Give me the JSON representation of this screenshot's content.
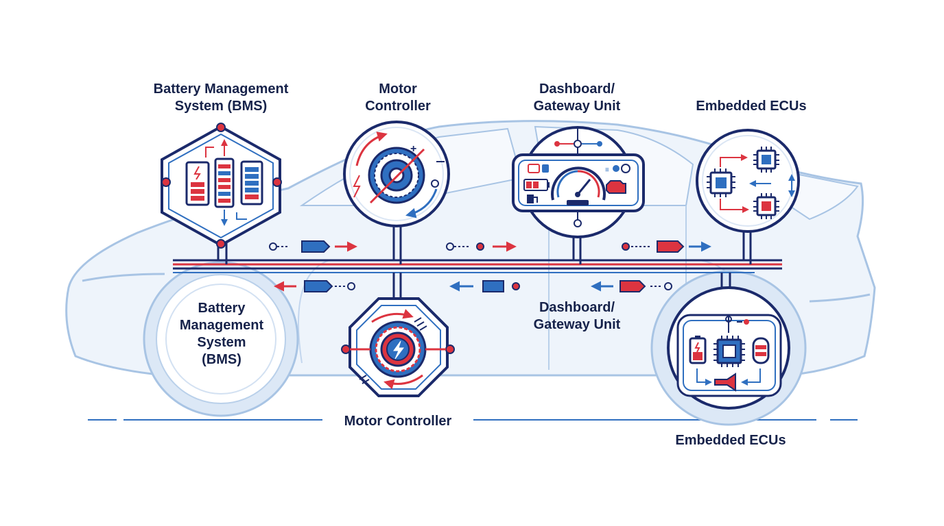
{
  "labels": {
    "bms_top": "Battery Management\nSystem (BMS)",
    "motor_top": "Motor\nController",
    "dashboard_top": "Dashboard/\nGateway Unit",
    "ecus_top": "Embedded ECUs",
    "bms_wheel": "Battery\nManagement\nSystem\n(BMS)",
    "motor_bottom": "Motor Controller",
    "dashboard_mid": "Dashboard/\nGateway Unit",
    "ecus_bottom": "Embedded ECUs"
  },
  "colors": {
    "navy": "#1b2a6b",
    "blue": "#2f6fc0",
    "red": "#dc3440",
    "car_outline": "#a8c4e4",
    "car_fill": "#eef4fb"
  },
  "icons": {
    "bms": "battery-cells-icon",
    "motor": "motor-rotor-icon",
    "dashboard": "speedometer-icon",
    "ecus": "microchip-icon",
    "motor_bottom": "motor-lightning-icon",
    "ecus_bottom": "chip-battery-icon"
  }
}
